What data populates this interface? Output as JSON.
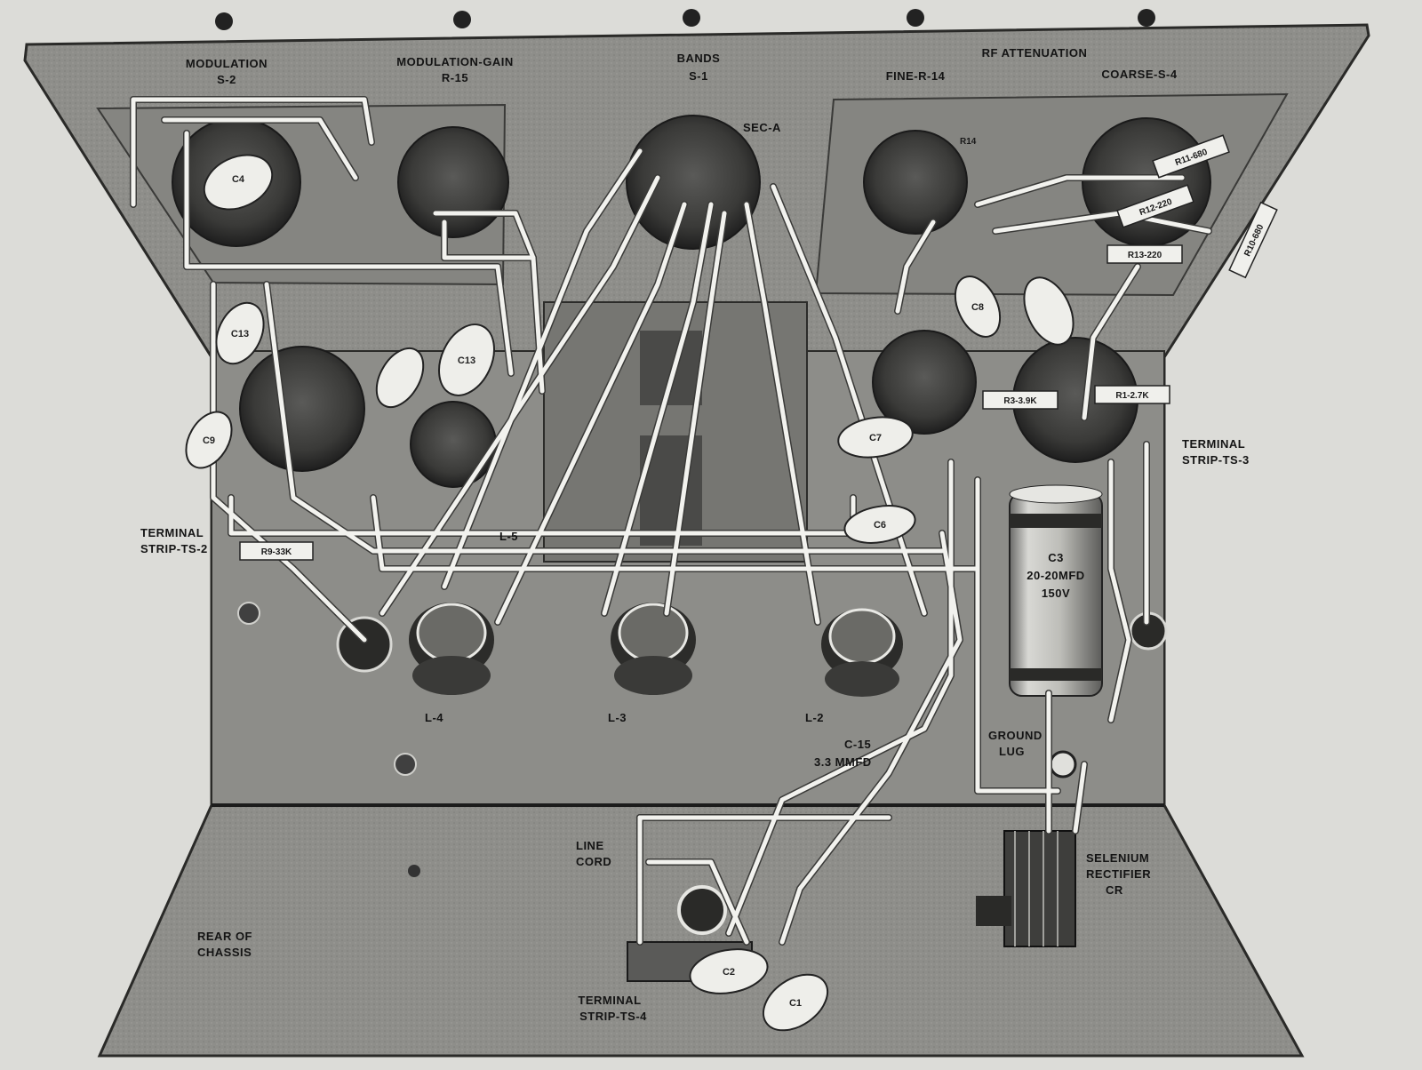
{
  "figure": {
    "labels": {
      "modulation": "MODULATION",
      "modulation_ref": "S-2",
      "modulation_gain": "MODULATION-GAIN",
      "modulation_gain_ref": "R-15",
      "bands": "BANDS",
      "bands_ref": "S-1",
      "sec_a": "SEC-A",
      "rf_attenuation": "RF ATTENUATION",
      "fine": "FINE-R-14",
      "coarse": "COARSE-S-4",
      "terminal_strip_ts3_line1": "TERMINAL",
      "terminal_strip_ts3_line2": "STRIP-TS-3",
      "terminal_strip_ts2_line1": "TERMINAL",
      "terminal_strip_ts2_line2": "STRIP-TS-2",
      "coil_l4": "L-4",
      "coil_l3": "L-3",
      "coil_l2": "L-2",
      "coil_l5": "L-5",
      "c15_line1": "C-15",
      "c15_line2": "3.3 MMFD",
      "ground_lug_line1": "GROUND",
      "ground_lug_line2": "LUG",
      "line_cord_line1": "LINE",
      "line_cord_line2": "CORD",
      "selenium_line1": "SELENIUM",
      "selenium_line2": "RECTIFIER",
      "selenium_line3": "CR",
      "rear_line1": "REAR OF",
      "rear_line2": "CHASSIS",
      "terminal_strip_ts4_line1": "TERMINAL",
      "terminal_strip_ts4_line2": "STRIP-TS-4",
      "c3_line1": "C3",
      "c3_line2": "20-20MFD",
      "c3_line3": "150V",
      "r14_tag": "R14",
      "r9_tag": "R9-33K",
      "r3_tag": "R3-3.9K",
      "r1_tag": "R1-2.7K",
      "r11_tag": "R11-680",
      "r12_tag": "R12-220",
      "r13_tag": "R13-220",
      "r10_tag": "R10-680",
      "c4_tag": "C4",
      "c13_tag": "C13",
      "c9_tag": "C9",
      "c7_tag": "C7",
      "c6_tag": "C6",
      "c8_tag": "C8",
      "c2_tag": "C2",
      "c1_tag": "C1"
    }
  }
}
